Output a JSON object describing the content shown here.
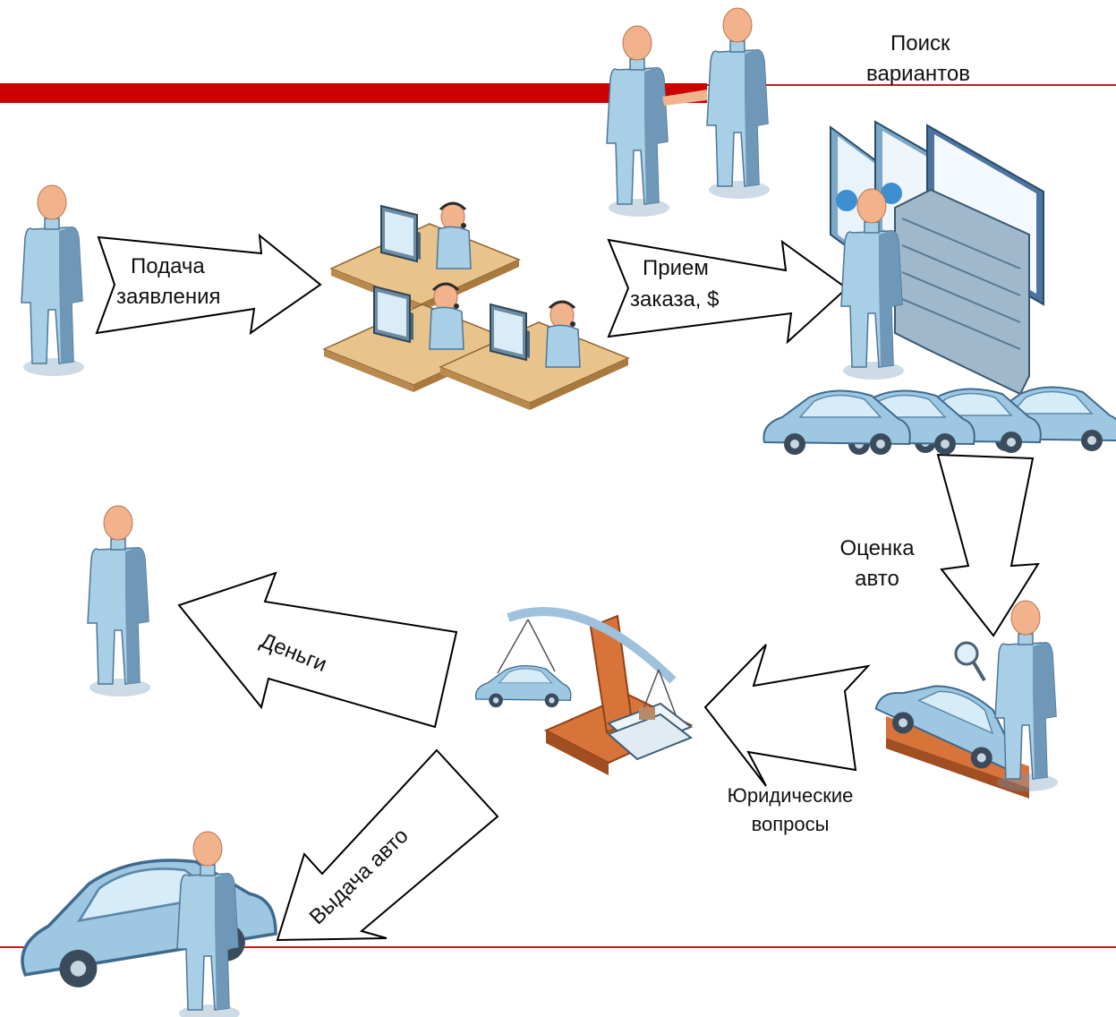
{
  "colors": {
    "accent_bar": "#cc0000",
    "accent_line": "#c41a1a",
    "figure_body": "#a9cfe6",
    "figure_shade": "#6f98b8",
    "figure_head": "#f2b38c",
    "desk_wood": "#e8c48c",
    "car_body": "#9ec8e2",
    "scale_wood": "#d8733a",
    "arrow_stroke": "#000000"
  },
  "icons": {
    "applicant": "person-icon",
    "call_center": "call-center-icon",
    "handshake": "handshake-icon",
    "dealer": "server-monitor-icon",
    "car_row": "car-icon",
    "inspection": "inspection-icon",
    "legal": "scale-icon",
    "recipient": "person-icon",
    "delivery": "car-with-person-icon"
  },
  "labels": {
    "search_line1": "Поиск",
    "search_line2": "вариантов",
    "application_line1": "Подача",
    "application_line2": "заявления",
    "order_line1": "Прием",
    "order_line2": "заказа, $",
    "evaluation_line1": "Оценка",
    "evaluation_line2": "авто",
    "legal_line1": "Юридические",
    "legal_line2": "вопросы",
    "money": "Деньги",
    "delivery": "Выдача авто"
  }
}
